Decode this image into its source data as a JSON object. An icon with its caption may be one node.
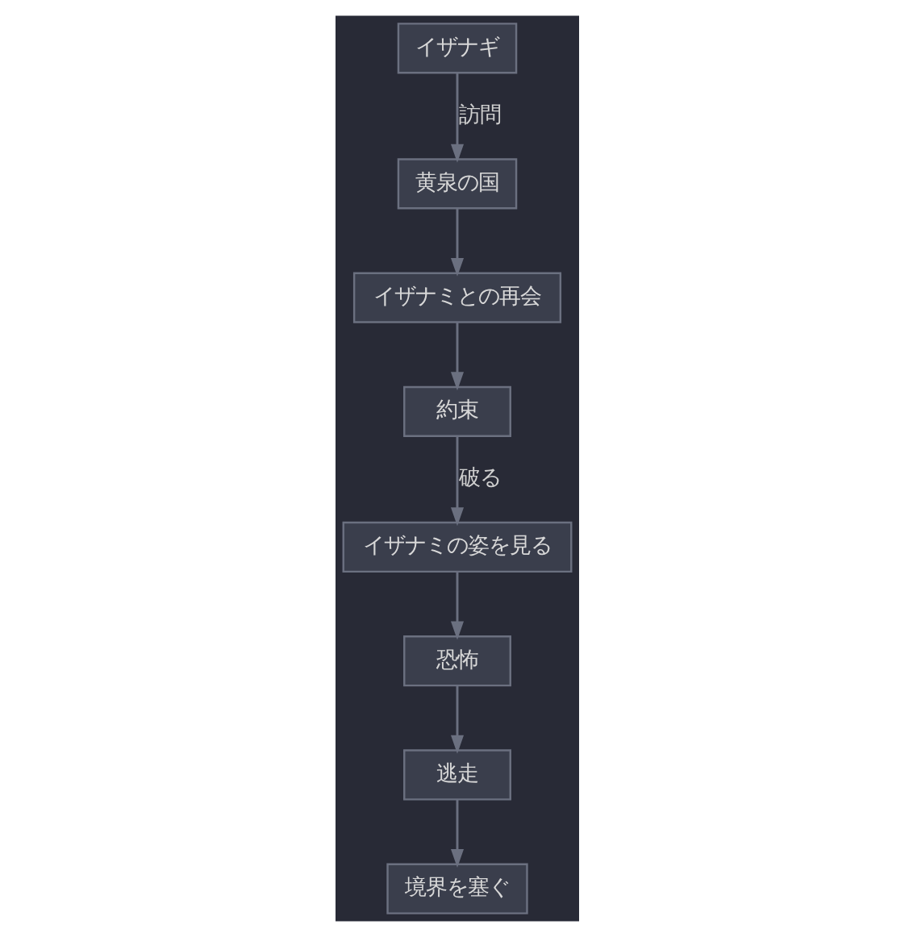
{
  "diagram": {
    "nodes": [
      {
        "text": [
          "イザナギ"
        ]
      },
      {
        "text": [
          "黄泉の国"
        ]
      },
      {
        "text": [
          "イザナミとの再会"
        ]
      },
      {
        "text": [
          "約束"
        ]
      },
      {
        "text": [
          "イザナミの姿を見る"
        ]
      },
      {
        "text": [
          "恐怖"
        ]
      },
      {
        "text": [
          "逃走"
        ]
      },
      {
        "text": [
          "境界を塞ぐ"
        ]
      }
    ],
    "edges": [
      {
        "from": 0,
        "to": 1,
        "arrow": "to",
        "label": "訪問"
      },
      {
        "from": 1,
        "to": 2,
        "arrow": "to"
      },
      {
        "from": 2,
        "to": 3,
        "arrow": "to"
      },
      {
        "from": 3,
        "to": 4,
        "arrow": "to",
        "label": "破る"
      },
      {
        "from": 4,
        "to": 5,
        "arrow": "to"
      },
      {
        "from": 5,
        "to": 6,
        "arrow": "to"
      },
      {
        "from": 6,
        "to": 7,
        "arrow": "to"
      }
    ]
  }
}
